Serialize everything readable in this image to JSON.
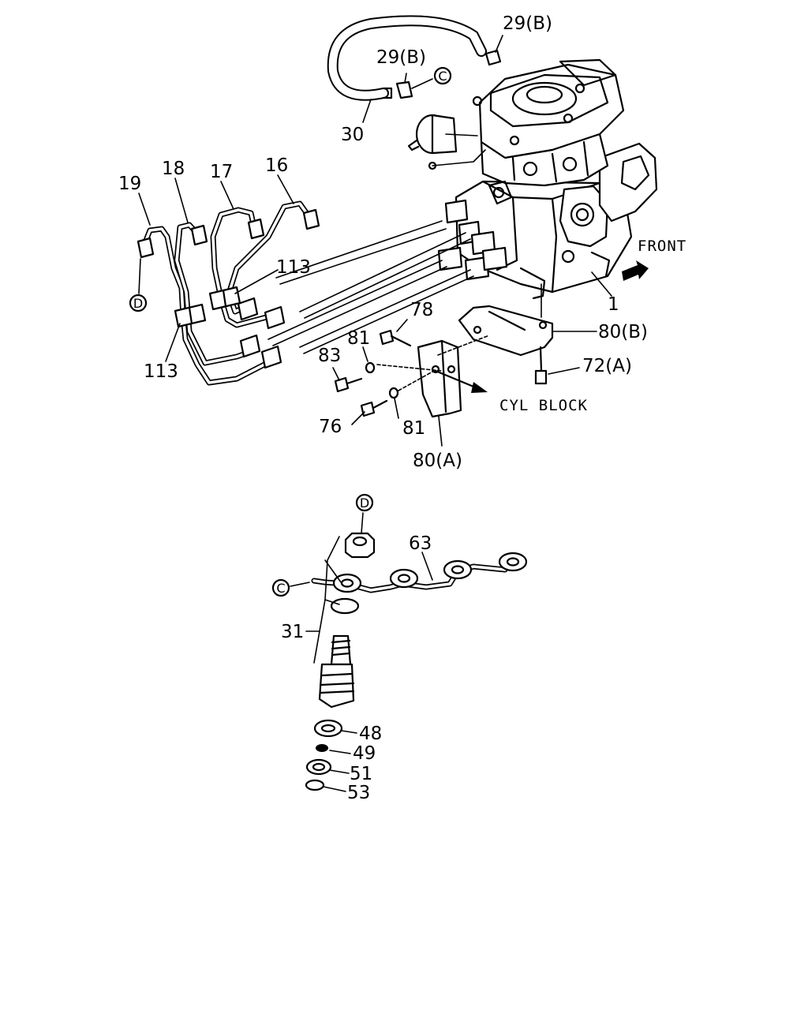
{
  "diagram": {
    "callouts": {
      "c29b_top": "29(B)",
      "c29b_clip": "29(B)",
      "c30": "30",
      "c19": "19",
      "c18": "18",
      "c17": "17",
      "c16": "16",
      "c113_upper": "113",
      "c113_lower": "113",
      "c1": "1",
      "c78": "78",
      "c81_upper": "81",
      "c81_lower": "81",
      "c83": "83",
      "c76": "76",
      "c80a": "80(A)",
      "c80b": "80(B)",
      "c72a": "72(A)",
      "c63": "63",
      "c31": "31",
      "c48": "48",
      "c49": "49",
      "c51": "51",
      "c53": "53"
    },
    "connectors": {
      "c_hose": "C",
      "c_leakoff": "C",
      "d_pipe": "D",
      "d_nozzle": "D"
    },
    "direction_labels": {
      "front": "FRONT",
      "cyl_block": "CYL BLOCK"
    },
    "icons": {
      "front_arrow": "front-arrow-icon",
      "cyl_block_arrow": "cyl-block-arrow-icon"
    }
  }
}
